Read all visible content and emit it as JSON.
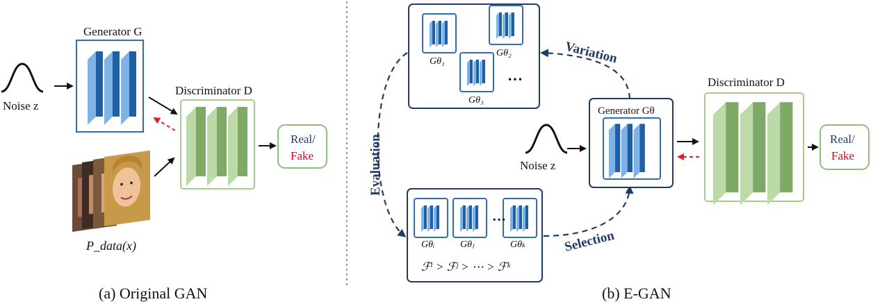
{
  "left_panel": {
    "generator_label": "Generator G",
    "discriminator_label": "Discriminator D",
    "noise_label": "Noise z",
    "data_label": "P_data(x)",
    "output_real": "Real/",
    "output_fake": "Fake",
    "caption": "(a) Original GAN"
  },
  "right_panel": {
    "generator_label": "Generator Gθ",
    "discriminator_label": "Discriminator D",
    "noise_label": "Noise z",
    "output_real": "Real/",
    "output_fake": "Fake",
    "variation_label": "Variation",
    "evaluation_label": "Evaluation",
    "selection_label": "Selection",
    "population_labels": [
      "Gθ₁",
      "Gθ₂",
      "Gθ₃"
    ],
    "population_ellipsis": "…",
    "selected_labels": [
      "Gθᵢ",
      "Gθⱼ",
      "Gθₖ"
    ],
    "selected_ellipsis": "…",
    "fitness_order": "ℱⁱ > ℱʲ > ⋯ > ℱᵏ",
    "caption": "(b) E-GAN"
  },
  "colors": {
    "generator_blue": "#1f5fa6",
    "generator_border": "#2f6db5",
    "discriminator_green": "#86b06b",
    "discriminator_border": "#a6cd8e",
    "dark_navy": "#1f3b66",
    "fake_red": "#d9001b",
    "gradient_arrow_red": "#e0202a"
  }
}
